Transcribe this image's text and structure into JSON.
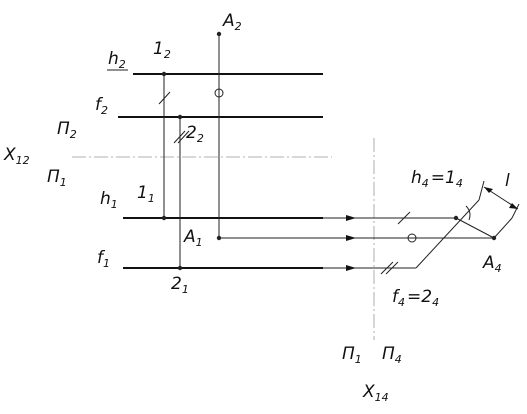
{
  "labels": {
    "A2": {
      "base": "A",
      "sub": "2"
    },
    "h2": {
      "base": "h",
      "sub": "2"
    },
    "n12": {
      "base": "1",
      "sub": "2"
    },
    "f2": {
      "base": "f",
      "sub": "2"
    },
    "n22": {
      "base": "2",
      "sub": "2"
    },
    "P2": {
      "base": "П",
      "sub": "2"
    },
    "X12": {
      "base": "X",
      "sub": "12"
    },
    "P1a": {
      "base": "П",
      "sub": "1"
    },
    "h1": {
      "base": "h",
      "sub": "1"
    },
    "n11": {
      "base": "1",
      "sub": "1"
    },
    "A1": {
      "base": "A",
      "sub": "1"
    },
    "f1": {
      "base": "f",
      "sub": "1"
    },
    "n21": {
      "base": "2",
      "sub": "1"
    },
    "h4": {
      "base": "h",
      "sub": "4"
    },
    "eq1": "=",
    "n14": {
      "base": "1",
      "sub": "4"
    },
    "A4": {
      "base": "A",
      "sub": "4"
    },
    "f4": {
      "base": "f",
      "sub": "4"
    },
    "eq2": "=",
    "n24": {
      "base": "2",
      "sub": "4"
    },
    "P1b": {
      "base": "П",
      "sub": "1"
    },
    "P4": {
      "base": "П",
      "sub": "4"
    },
    "X14": {
      "base": "X",
      "sub": "14"
    },
    "dist": "l"
  }
}
